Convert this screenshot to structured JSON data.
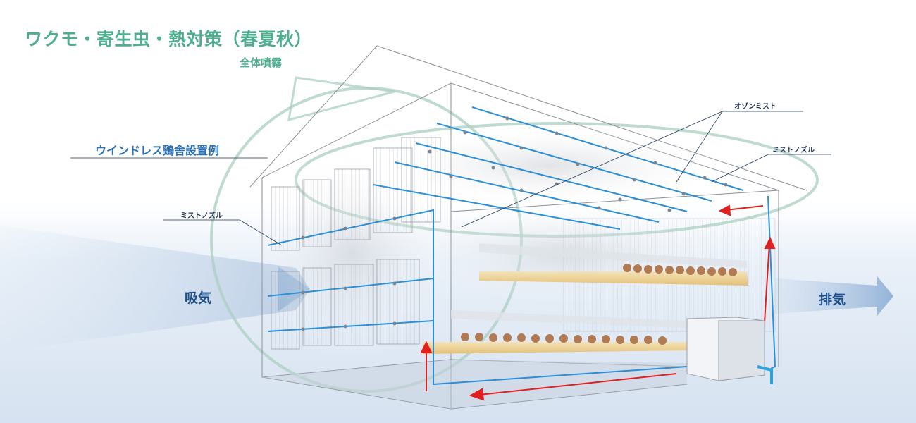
{
  "titles": {
    "main": "ワクモ・寄生虫・熱対策（春夏秋）",
    "sub": "全体噴霧",
    "section": "ウインドレス鶏舎設置例"
  },
  "callouts": {
    "ozone_mist": "オゾンミスト",
    "mist_nozzle_right": "ミストノズル",
    "mist_nozzle_left": "ミストノズル"
  },
  "airflow": {
    "intake": "吸気",
    "exhaust": "排気"
  },
  "colors": {
    "title_green": "#4fae8e",
    "section_blue": "#2a6fb5",
    "pipe_blue": "#2a8fd6",
    "flow_red": "#e02020",
    "airflow_blue": "#1c4f8a"
  }
}
